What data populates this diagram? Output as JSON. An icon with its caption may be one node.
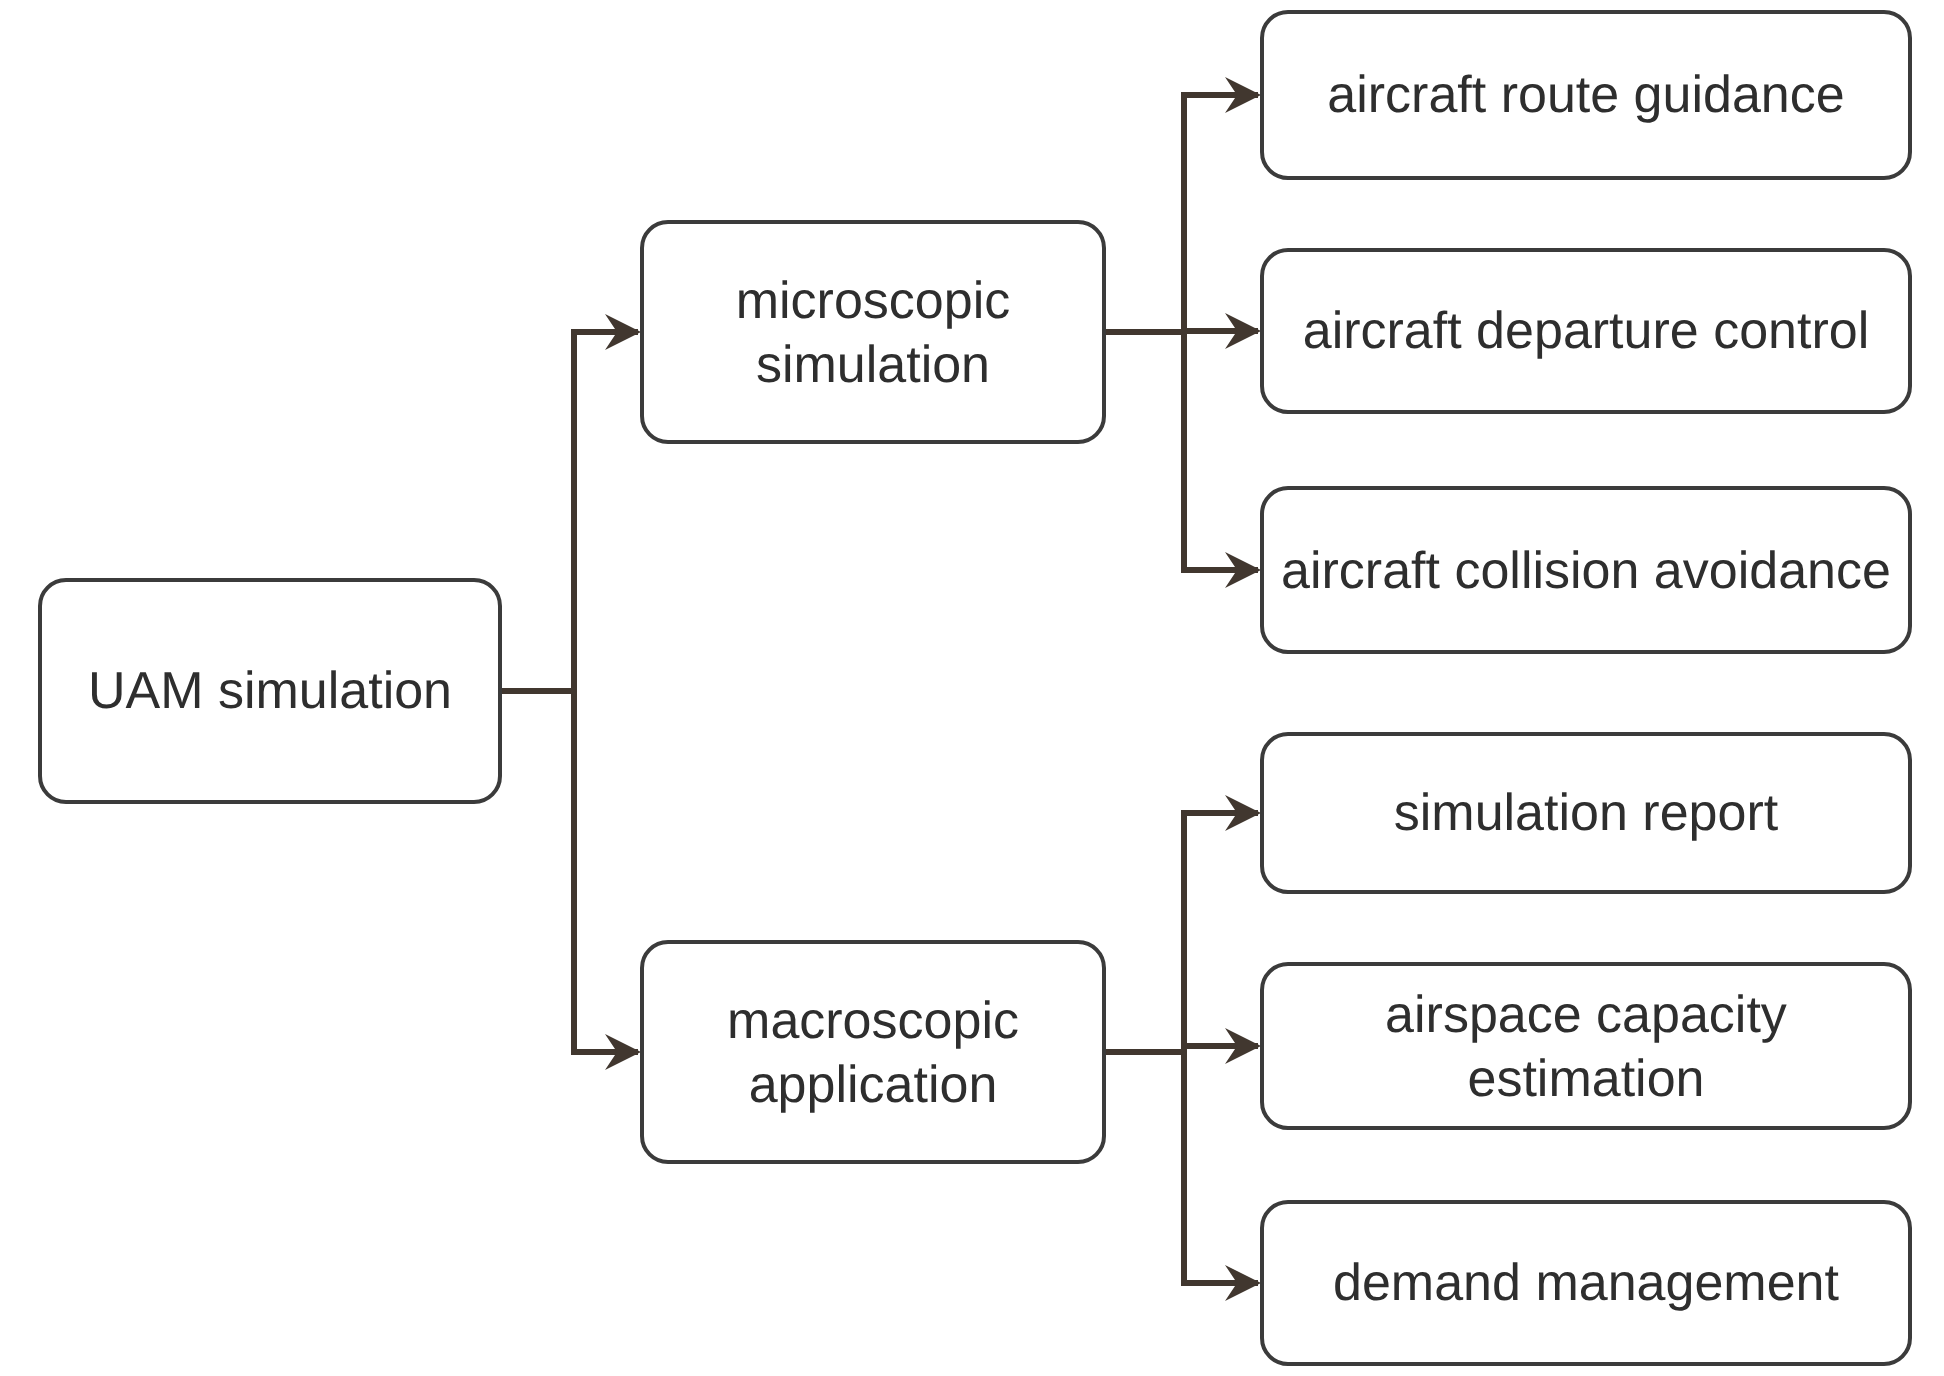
{
  "diagram": {
    "nodes": [
      {
        "text": [
          "UAM simulation"
        ]
      },
      {
        "text": [
          "microscopic simulation"
        ]
      },
      {
        "text": [
          "macroscopic application"
        ]
      },
      {
        "text": [
          "aircraft route guidance"
        ]
      },
      {
        "text": [
          "aircraft departure control"
        ]
      },
      {
        "text": [
          "aircraft collision avoidance"
        ]
      },
      {
        "text": [
          "simulation report"
        ]
      },
      {
        "text": [
          "airspace capacity estimation"
        ]
      },
      {
        "text": [
          "demand management"
        ]
      }
    ],
    "edges": [
      {
        "from": 0,
        "to": 1,
        "arrow": "to"
      },
      {
        "from": 0,
        "to": 2,
        "arrow": "to"
      },
      {
        "from": 1,
        "to": 3,
        "arrow": "to"
      },
      {
        "from": 1,
        "to": 4,
        "arrow": "to"
      },
      {
        "from": 1,
        "to": 5,
        "arrow": "to"
      },
      {
        "from": 2,
        "to": 6,
        "arrow": "to"
      },
      {
        "from": 2,
        "to": 7,
        "arrow": "to"
      },
      {
        "from": 2,
        "to": 8,
        "arrow": "to"
      }
    ]
  }
}
